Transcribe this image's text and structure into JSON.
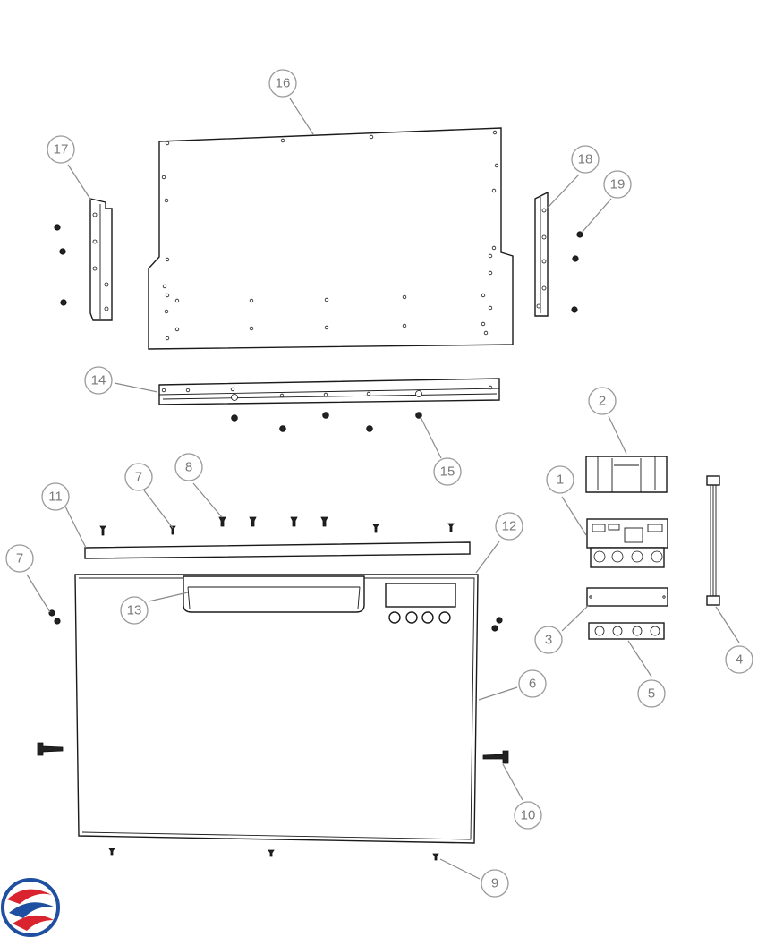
{
  "callouts": [
    {
      "label": "1"
    },
    {
      "label": "2"
    },
    {
      "label": "3"
    },
    {
      "label": "4"
    },
    {
      "label": "5"
    },
    {
      "label": "6"
    },
    {
      "label": "7"
    },
    {
      "label": "7"
    },
    {
      "label": "8"
    },
    {
      "label": "9"
    },
    {
      "label": "10"
    },
    {
      "label": "11"
    },
    {
      "label": "12"
    },
    {
      "label": "13"
    },
    {
      "label": "14"
    },
    {
      "label": "15"
    },
    {
      "label": "16"
    },
    {
      "label": "17"
    },
    {
      "label": "18"
    },
    {
      "label": "19"
    }
  ],
  "colors": {
    "line": "#1a1a1a",
    "callout": "#8a8a8a",
    "logo_red": "#d9232e",
    "logo_blue": "#1f4fa0"
  },
  "logo": {
    "icon": "brand-swirl-logo"
  }
}
